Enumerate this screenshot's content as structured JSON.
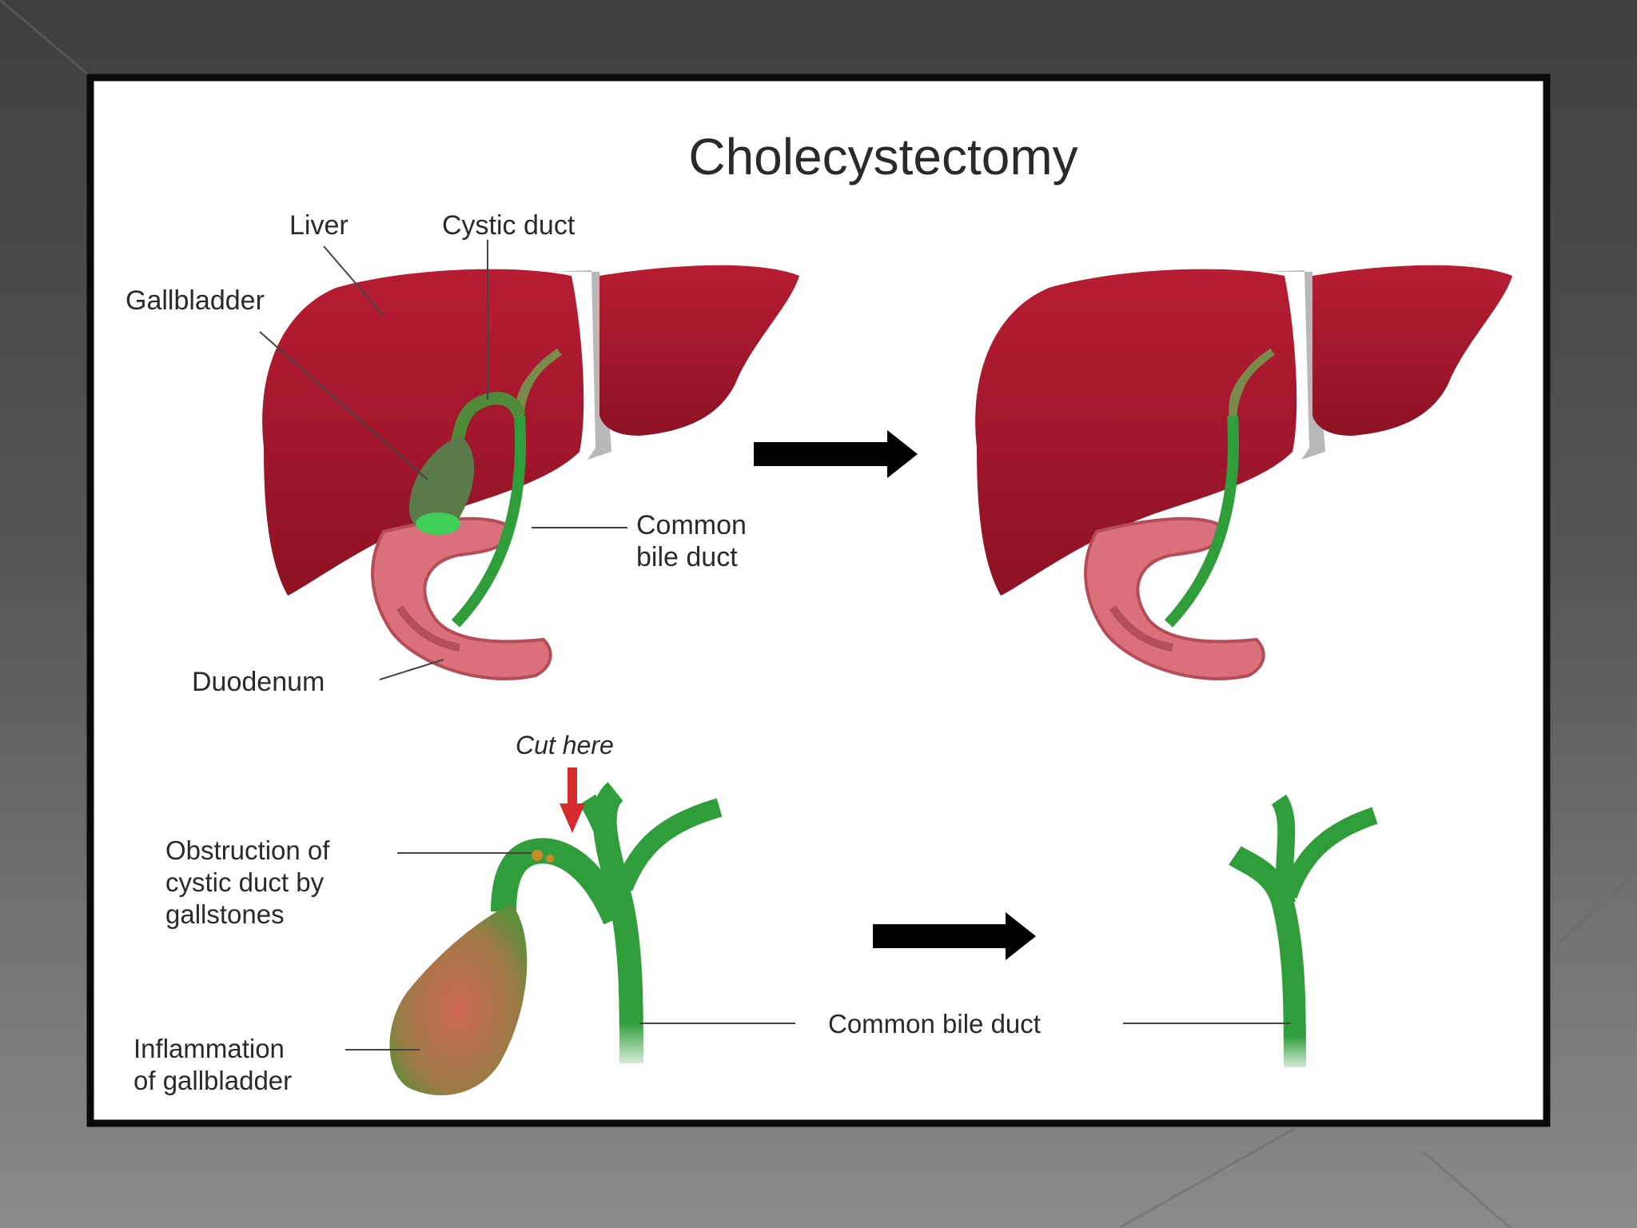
{
  "title": "Cholecystectomy",
  "labels": {
    "liver": "Liver",
    "cystic_duct": "Cystic duct",
    "gallbladder": "Gallbladder",
    "common_bile_duct_top_line1": "Common",
    "common_bile_duct_top_line2": "bile duct",
    "duodenum": "Duodenum",
    "cut_here": "Cut here",
    "obstruction_line1": "Obstruction of",
    "obstruction_line2": "cystic duct by",
    "obstruction_line3": "gallstones",
    "inflammation_line1": "Inflammation",
    "inflammation_line2": "of gallbladder",
    "common_bile_duct_bottom": "Common bile duct"
  },
  "colors": {
    "liver": "#a8152a",
    "liver_dark": "#7d0f1f",
    "duct": "#2f9e3a",
    "duodenum": "#d9707a",
    "gallbladder": "#9b6a48",
    "arrow": "#000000",
    "cut_arrow": "#d42c2c"
  }
}
